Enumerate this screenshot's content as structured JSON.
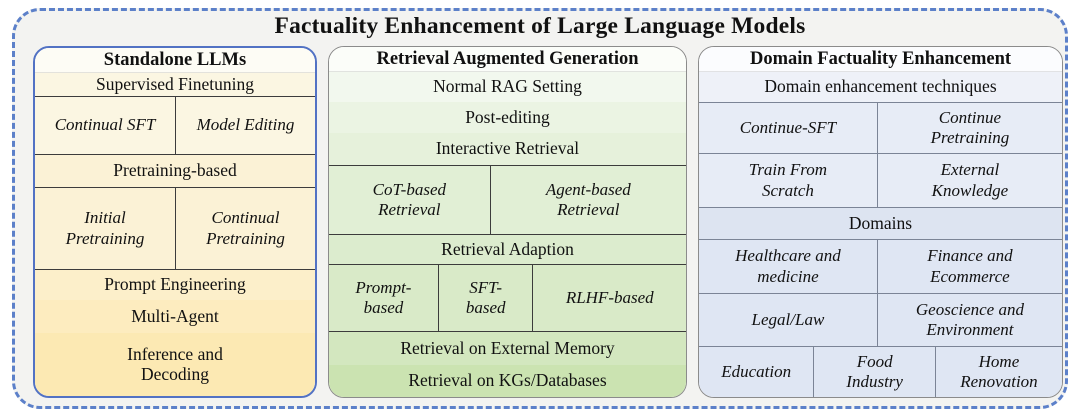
{
  "title": "Factuality Enhancement of Large Language Models",
  "colors": {
    "frame_border": "#5c80c9",
    "frame_bg": "#f3f3f1",
    "left_col_border": "#5272c4",
    "gray_col_border": "#8b8b8b",
    "dark_line": "#3c3c3c",
    "blue_line": "#7b8496",
    "text": "#111111"
  },
  "columns": [
    {
      "header": "Standalone LLMs",
      "header_bg": "#fdfcf5",
      "rows": [
        {
          "kind": "band",
          "label": "Supervised Finetuning",
          "bg": "#fbf6e2"
        },
        {
          "kind": "cells",
          "cells": [
            "Continual SFT",
            "Model Editing"
          ],
          "bg": "#fbf6e2"
        },
        {
          "kind": "band",
          "label": "Pretraining-based",
          "bg": "#fbf2d6"
        },
        {
          "kind": "cells",
          "cells": [
            "Initial\nPretraining",
            "Continual\nPretraining"
          ],
          "bg": "#fbf2d6"
        },
        {
          "kind": "band",
          "label": "Prompt Engineering",
          "bg": "#fcefca"
        },
        {
          "kind": "band",
          "label": "Multi-Agent",
          "bg": "#fdecbf"
        },
        {
          "kind": "band",
          "label": "Inference and\nDecoding",
          "bg": "#fce9b3"
        }
      ]
    },
    {
      "header": "Retrieval Augmented Generation",
      "header_bg": "#fbfdf9",
      "rows": [
        {
          "kind": "band",
          "label": "Normal RAG Setting",
          "bg": "#f2f8ee"
        },
        {
          "kind": "band",
          "label": "Post-editing",
          "bg": "#ebf4e3"
        },
        {
          "kind": "band",
          "label": "Interactive Retrieval",
          "bg": "#e6f1db"
        },
        {
          "kind": "cells",
          "cells": [
            "CoT-based\nRetrieval",
            "Agent-based\nRetrieval"
          ],
          "bg": "#e1efd5"
        },
        {
          "kind": "band",
          "label": "Retrieval Adaption",
          "bg": "#dcecce"
        },
        {
          "kind": "cells",
          "cells": [
            "Prompt-\nbased",
            "SFT-\nbased",
            "RLHF-based"
          ],
          "bg": "#d9eac8"
        },
        {
          "kind": "band",
          "label": "Retrieval on External Memory",
          "bg": "#d3e7bf"
        },
        {
          "kind": "band",
          "label": "Retrieval on KGs/Databases",
          "bg": "#cbe3b1"
        }
      ]
    },
    {
      "header": "Domain Factuality Enhancement",
      "header_bg": "#fbfcfe",
      "rows": [
        {
          "kind": "band",
          "label": "Domain enhancement techniques",
          "bg": "#eef1f8"
        },
        {
          "kind": "cells",
          "cells": [
            "Continue-SFT",
            "Continue\nPretraining"
          ],
          "bg": "#e7ecf6"
        },
        {
          "kind": "cells",
          "cells": [
            "Train From\nScratch",
            "External\nKnowledge"
          ],
          "bg": "#e7ecf6"
        },
        {
          "kind": "band",
          "label": "Domains",
          "bg": "#dde4f1"
        },
        {
          "kind": "cells",
          "cells": [
            "Healthcare and\nmedicine",
            "Finance and\nEcommerce"
          ],
          "bg": "#dfe6f3"
        },
        {
          "kind": "cells",
          "cells": [
            "Legal/Law",
            "Geoscience and\nEnvironment"
          ],
          "bg": "#dfe6f3"
        },
        {
          "kind": "cells",
          "cells": [
            "Education",
            "Food\nIndustry",
            "Home\nRenovation"
          ],
          "bg": "#dfe6f3"
        }
      ]
    }
  ]
}
